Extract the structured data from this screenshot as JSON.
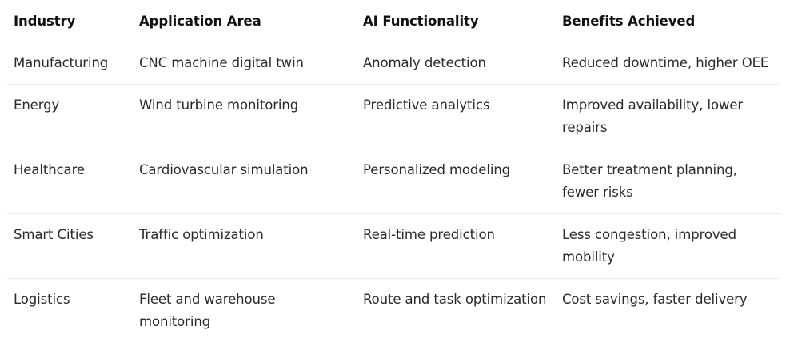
{
  "table": {
    "headers": [
      "Industry",
      "Application Area",
      "AI Functionality",
      "Benefits Achieved"
    ],
    "rows": [
      [
        "Manufacturing",
        "CNC machine digital twin",
        "Anomaly detection",
        "Reduced downtime, higher OEE"
      ],
      [
        "Energy",
        "Wind turbine monitoring",
        "Predictive analytics",
        "Improved availability, lower repairs"
      ],
      [
        "Healthcare",
        "Cardiovascular simulation",
        "Personalized modeling",
        "Better treatment planning, fewer risks"
      ],
      [
        "Smart Cities",
        "Traffic optimization",
        "Real-time prediction",
        "Less congestion, improved mobility"
      ],
      [
        "Logistics",
        "Fleet and warehouse monitoring",
        "Route and task optimization",
        "Cost savings, faster delivery"
      ]
    ]
  }
}
